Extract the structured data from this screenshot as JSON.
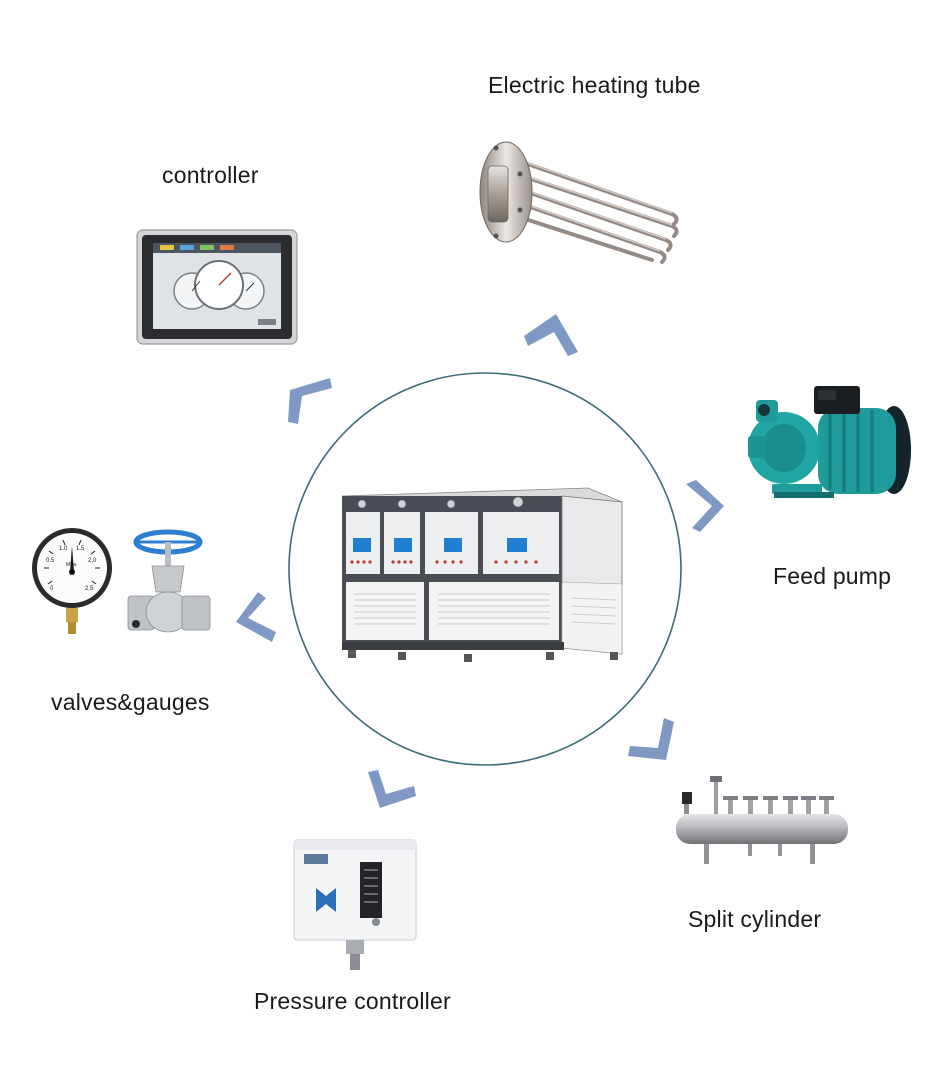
{
  "labels": {
    "heating_tube": "Electric heating tube",
    "controller": "controller",
    "feed_pump": "Feed pump",
    "valves_gauges": "valves&gauges",
    "split_cylinder": "Split cylinder",
    "pressure_controller": "Pressure controller"
  },
  "gauge_ticks": [
    "0",
    "0.5",
    "1.0",
    "1.5",
    "2.0",
    "2.5"
  ],
  "gauge_unit": "MPa",
  "colors": {
    "arrow": "#7f99c4",
    "circle": "#3e6b78",
    "pump": "#1f9b9c",
    "boiler_frame": "#4a4d53",
    "screen": "#1f7fd1",
    "logo": "#2a6fb8"
  }
}
